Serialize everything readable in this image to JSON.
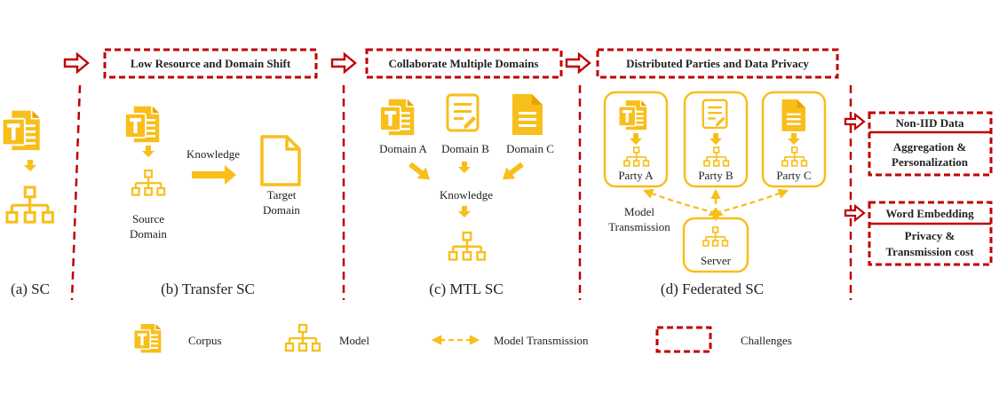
{
  "colors": {
    "accent": "#F8BE1A",
    "accent_dark": "#E8A400",
    "challenge_border": "#C00000",
    "text": "#222222"
  },
  "icons": {
    "corpus": "corpus-icon",
    "model": "model-icon",
    "document": "document-icon",
    "page": "page-icon"
  },
  "challenges": {
    "low_resource": "Low Resource and Domain Shift",
    "multi_domain": "Collaborate Multiple Domains",
    "distributed": "Distributed Parties and Data Privacy",
    "non_iid": "Non-IID Data",
    "aggregation_1": "Aggregation &",
    "aggregation_2": "Personalization",
    "word_embedding": "Word Embedding",
    "privacy_1": "Privacy &",
    "privacy_2": "Transmission cost"
  },
  "panels": {
    "sc": {
      "caption": "(a) SC"
    },
    "transfer": {
      "caption": "(b) Transfer SC",
      "knowledge": "Knowledge",
      "source_1": "Source",
      "source_2": "Domain",
      "target_1": "Target",
      "target_2": "Domain"
    },
    "mtl": {
      "caption": "(c) MTL SC",
      "domain_a": "Domain A",
      "domain_b": "Domain B",
      "domain_c": "Domain C",
      "knowledge": "Knowledge"
    },
    "federated": {
      "caption": "(d) Federated SC",
      "party_a": "Party A",
      "party_b": "Party B",
      "party_c": "Party C",
      "server": "Server",
      "transmission_1": "Model",
      "transmission_2": "Transmission"
    }
  },
  "legend": {
    "corpus": "Corpus",
    "model": "Model",
    "transmission": "Model Transmission",
    "challenges": "Challenges"
  }
}
